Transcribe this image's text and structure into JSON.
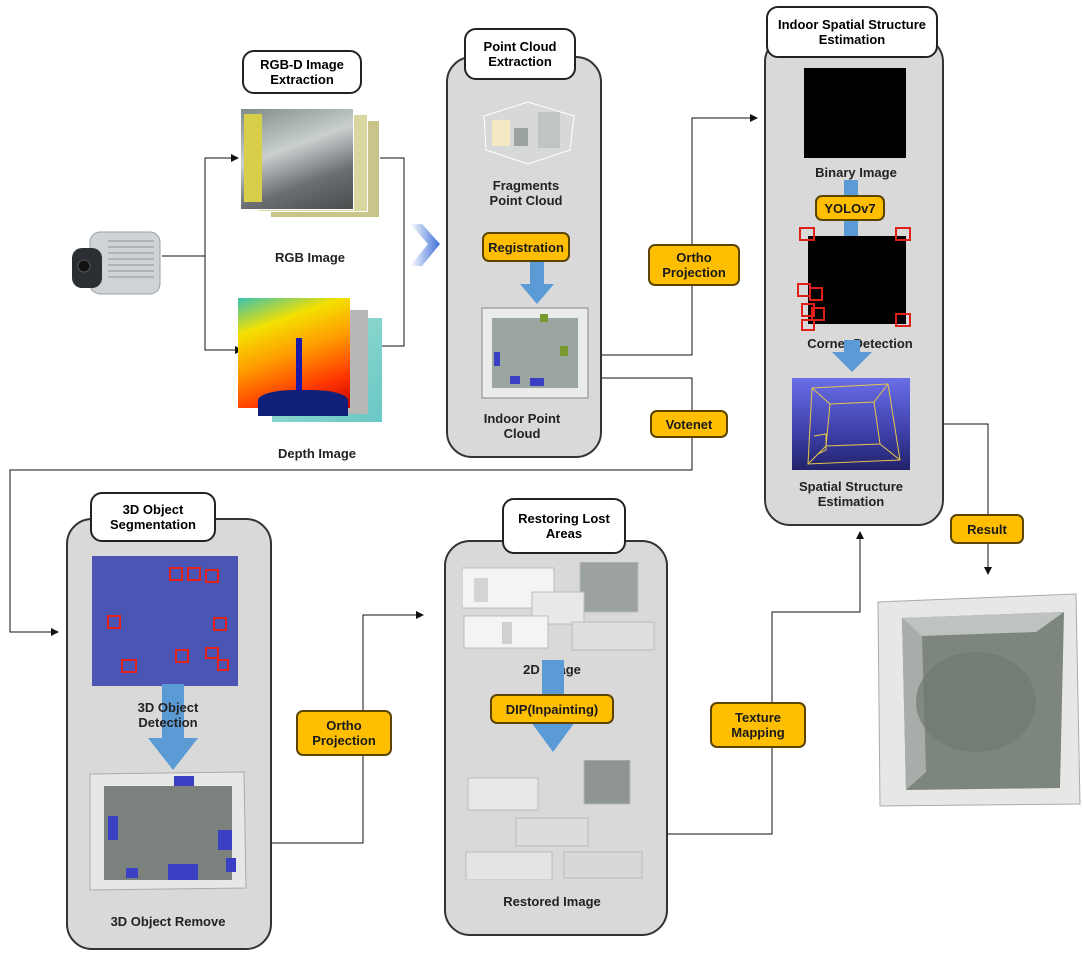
{
  "stages": {
    "rgbd": {
      "title": "RGB-D Image Extraction",
      "rgb_label": "RGB Image",
      "depth_label": "Depth Image"
    },
    "point_cloud": {
      "title": "Point Cloud Extraction",
      "fragments_label": "Fragments Point Cloud",
      "indoor_label": "Indoor Point Cloud"
    },
    "spatial": {
      "title": "Indoor Spatial Structure Estimation",
      "binary_label": "Binary Image",
      "corner_label": "Corner Detection",
      "estimation_label": "Spatial Structure Estimation"
    },
    "segmentation": {
      "title": "3D Object Segmentation",
      "detection_label": "3D Object Detection",
      "remove_label": "3D Object Remove"
    },
    "restoring": {
      "title": "Restoring Lost Areas",
      "image2d_label": "2D Image",
      "restored_label": "Restored Image"
    }
  },
  "tags": {
    "registration": "Registration",
    "ortho_top": "Ortho Projection",
    "yolo": "YOLOv7",
    "votenet": "Votenet",
    "result": "Result",
    "ortho_bottom": "Ortho Projection",
    "dip": "DIP(Inpainting)",
    "texture": "Texture Mapping"
  },
  "colors": {
    "tag_fill": "#ffbf00",
    "panel_fill": "#d9d9d9",
    "arrow_blue": "#5b9bd5",
    "corner_box": "#e0201b",
    "object_box": "#3b3fc4"
  }
}
